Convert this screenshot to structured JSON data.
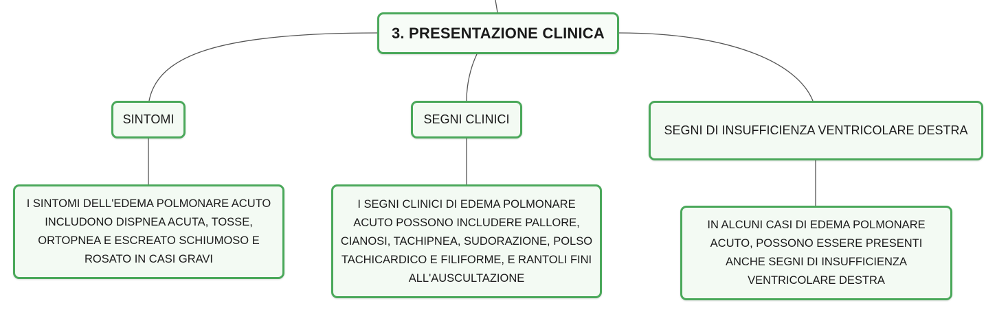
{
  "colors": {
    "border": "#4aa85a",
    "node_fill": "#f3faf3",
    "connector": "#555555"
  },
  "root": {
    "label": "3. PRESENTAZIONE CLINICA"
  },
  "topics": [
    {
      "label": "SINTOMI",
      "detail": "I SINTOMI DELL'EDEMA POLMONARE ACUTO INCLUDONO DISPNEA ACUTA, TOSSE, ORTOPNEA E ESCREATO SCHIUMOSO E ROSATO IN CASI GRAVI"
    },
    {
      "label": "SEGNI CLINICI",
      "detail": "I SEGNI CLINICI DI EDEMA POLMONARE ACUTO POSSONO INCLUDERE PALLORE, CIANOSI, TACHIPNEA, SUDORAZIONE, POLSO TACHICARDICO E FILIFORME, E RANTOLI FINI ALL'AUSCULTAZIONE"
    },
    {
      "label": "SEGNI DI INSUFFICIENZA VENTRICOLARE DESTRA",
      "detail": "IN ALCUNI CASI DI EDEMA POLMONARE ACUTO, POSSONO ESSERE PRESENTI ANCHE SEGNI DI INSUFFICIENZA VENTRICOLARE DESTRA"
    }
  ]
}
